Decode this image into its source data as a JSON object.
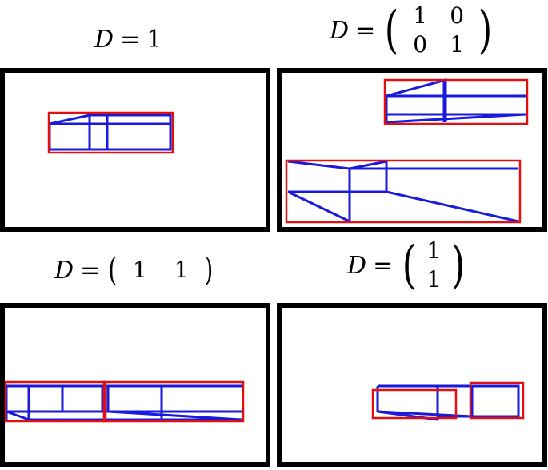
{
  "panels": [
    {
      "title": {
        "lhs": "D",
        "eq": "=",
        "value": "1"
      }
    },
    {
      "title": {
        "lhs": "D",
        "eq": "=",
        "matrix": [
          [
            "1",
            "0"
          ],
          [
            "0",
            "1"
          ]
        ]
      }
    },
    {
      "title": {
        "lhs": "D",
        "eq": "=",
        "matrix": [
          [
            "1",
            "1"
          ]
        ]
      }
    },
    {
      "title": {
        "lhs": "D",
        "eq": "=",
        "matrix": [
          [
            "1"
          ],
          [
            "1"
          ]
        ]
      }
    }
  ],
  "colors": {
    "frame": "#000000",
    "wireframe": "#1a1adb",
    "bbox": "#e01010"
  }
}
